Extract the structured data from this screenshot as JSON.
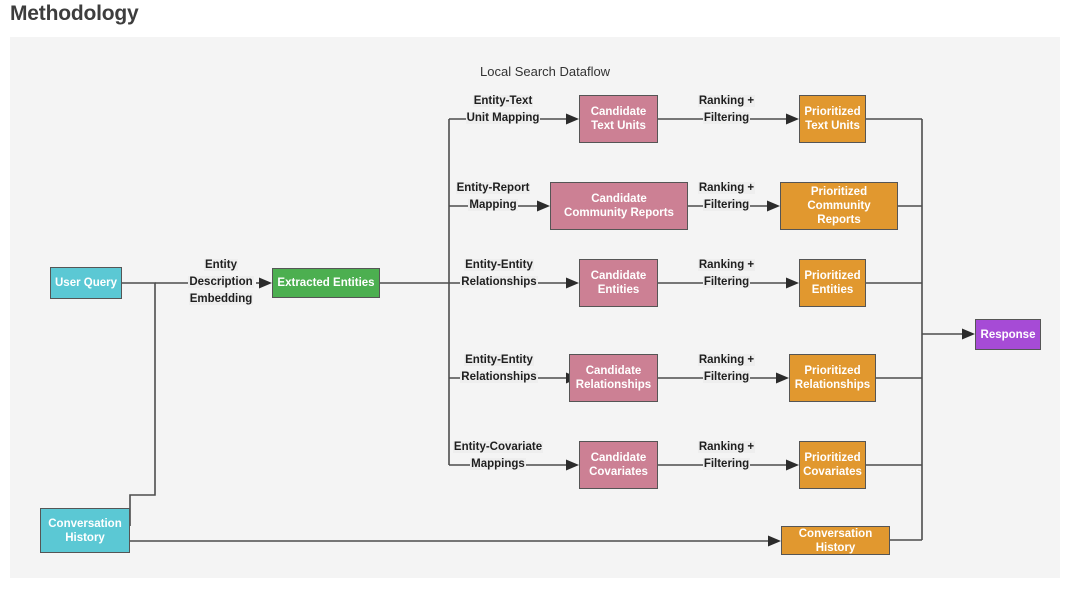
{
  "page": {
    "title": "Methodology",
    "background": "#ffffff",
    "canvas_background": "#f4f4f4"
  },
  "diagram": {
    "title": "Local Search Dataflow",
    "colors": {
      "cyan": "#5bc8d4",
      "green": "#4caf50",
      "rose": "#cc8094",
      "orange": "#e1982f",
      "purple": "#a64bd6",
      "edge": "#4d4d4d",
      "border": "#555555"
    },
    "inputs": [
      {
        "id": "user-query",
        "label": "User Query",
        "color": "cyan"
      },
      {
        "id": "conversation-history-input",
        "label": "Conversation History",
        "color": "cyan"
      }
    ],
    "extraction": {
      "edge_label": "Entity Description Embedding",
      "edge_label_lines": [
        "Entity",
        "Description",
        "Embedding"
      ],
      "node": {
        "id": "extracted-entities",
        "label": "Extracted Entities",
        "color": "green"
      }
    },
    "rows": [
      {
        "mapping_label_lines": [
          "Entity-Text",
          "Unit Mapping"
        ],
        "candidate": "Candidate Text Units",
        "candidate_lines": [
          "Candidate",
          "Text Units"
        ],
        "rank_label_lines": [
          "Ranking +",
          "Filtering"
        ],
        "prioritized": "Prioritized Text Units",
        "prioritized_lines": [
          "Prioritized",
          "Text Units"
        ]
      },
      {
        "mapping_label_lines": [
          "Entity-Report",
          "Mapping"
        ],
        "candidate": "Candidate Community Reports",
        "candidate_lines": [
          "Candidate",
          "Community Reports"
        ],
        "rank_label_lines": [
          "Ranking +",
          "Filtering"
        ],
        "prioritized": "Prioritized Community Reports",
        "prioritized_lines": [
          "Prioritized",
          "Community Reports"
        ]
      },
      {
        "mapping_label_lines": [
          "Entity-Entity",
          "Relationships"
        ],
        "candidate": "Candidate Entities",
        "candidate_lines": [
          "Candidate",
          "Entities"
        ],
        "rank_label_lines": [
          "Ranking +",
          "Filtering"
        ],
        "prioritized": "Prioritized Entities",
        "prioritized_lines": [
          "Prioritized",
          "Entities"
        ]
      },
      {
        "mapping_label_lines": [
          "Entity-Entity",
          "Relationships"
        ],
        "candidate": "Candidate Relationships",
        "candidate_lines": [
          "Candidate",
          "Relationships"
        ],
        "rank_label_lines": [
          "Ranking +",
          "Filtering"
        ],
        "prioritized": "Prioritized Relationships",
        "prioritized_lines": [
          "Prioritized",
          "Relationships"
        ]
      },
      {
        "mapping_label_lines": [
          "Entity-Covariate",
          "Mappings"
        ],
        "candidate": "Candidate Covariates",
        "candidate_lines": [
          "Candidate",
          "Covariates"
        ],
        "rank_label_lines": [
          "Ranking +",
          "Filtering"
        ],
        "prioritized": "Prioritized Covariates",
        "prioritized_lines": [
          "Prioritized",
          "Covariates"
        ]
      }
    ],
    "history_output": {
      "id": "conversation-history-output",
      "label": "Conversation History",
      "color": "orange"
    },
    "response": {
      "id": "response",
      "label": "Response",
      "color": "purple"
    }
  }
}
